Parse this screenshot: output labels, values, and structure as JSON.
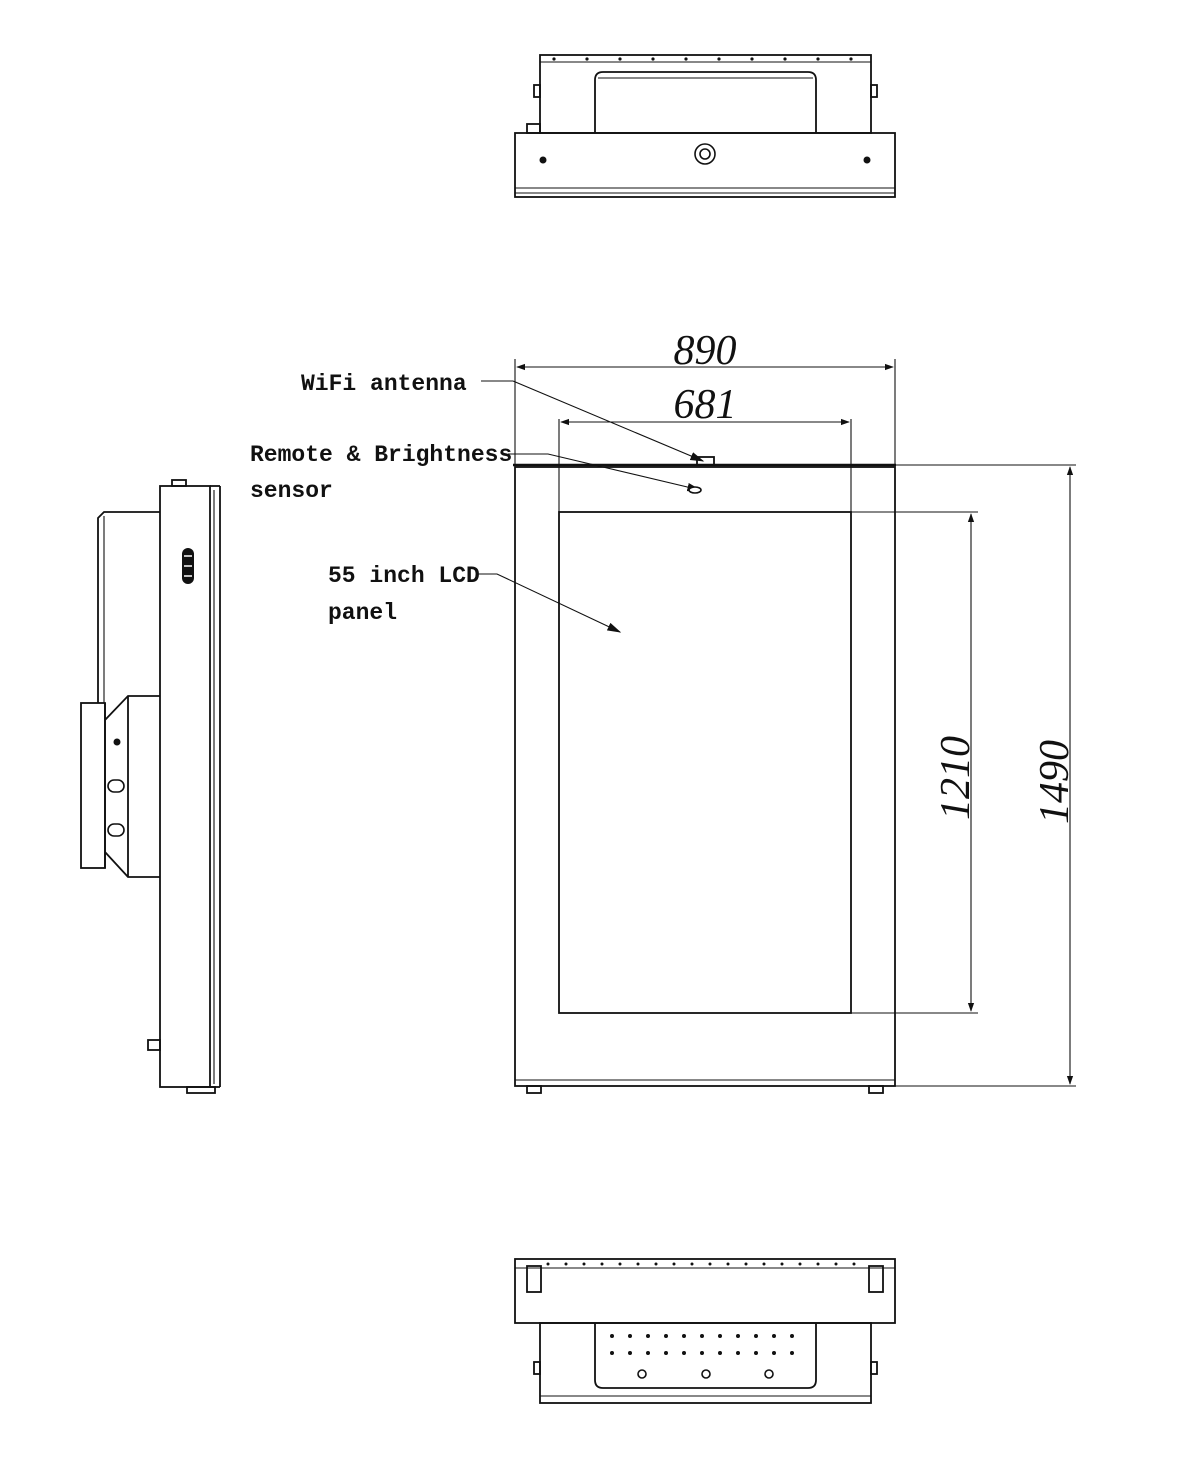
{
  "dimensions": {
    "overall_width": "890",
    "panel_width": "681",
    "panel_height": "1210",
    "overall_height": "1490"
  },
  "callouts": {
    "wifi_antenna": "WiFi antenna",
    "remote_line1": "Remote & Brightness",
    "remote_line2": "sensor",
    "lcd_line1": "55 inch LCD",
    "lcd_line2": "panel"
  },
  "colors": {
    "line": "#111111",
    "background": "#ffffff"
  }
}
